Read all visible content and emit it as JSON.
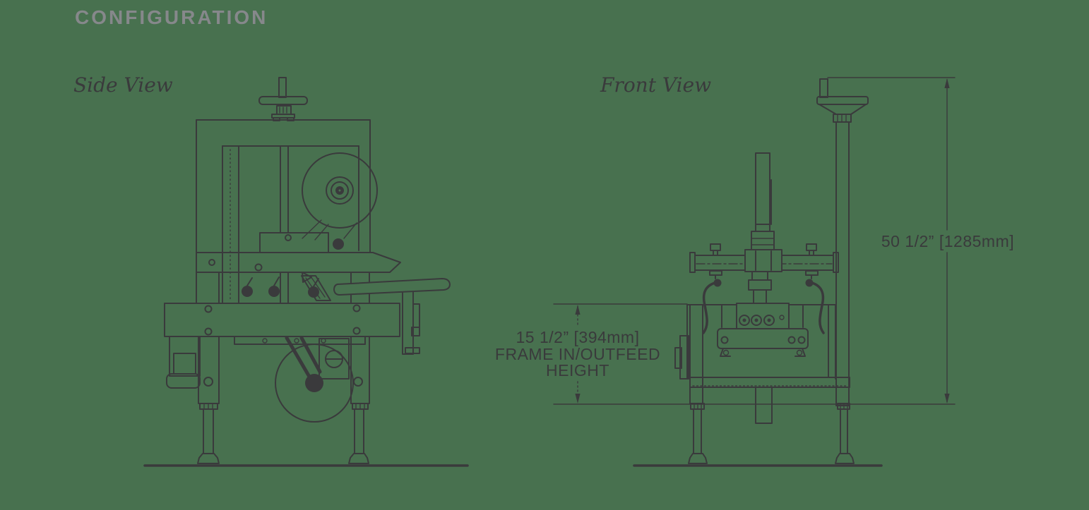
{
  "page": {
    "background_color": "#48714F",
    "line_color": "#3A3A3C",
    "title_color": "#86888B",
    "label_color": "#3A3A3C"
  },
  "header": {
    "title": "CONFIGURATION"
  },
  "views": {
    "side": {
      "label": "Side View"
    },
    "front": {
      "label": "Front View"
    }
  },
  "dimensions": {
    "overall_height": {
      "label": "50 1/2” [1285mm]"
    },
    "frame_infeed_outfeed_height": {
      "line1": "15 1/2” [394mm]",
      "line2": "FRAME IN/OUTFEED",
      "line3": "HEIGHT"
    }
  }
}
